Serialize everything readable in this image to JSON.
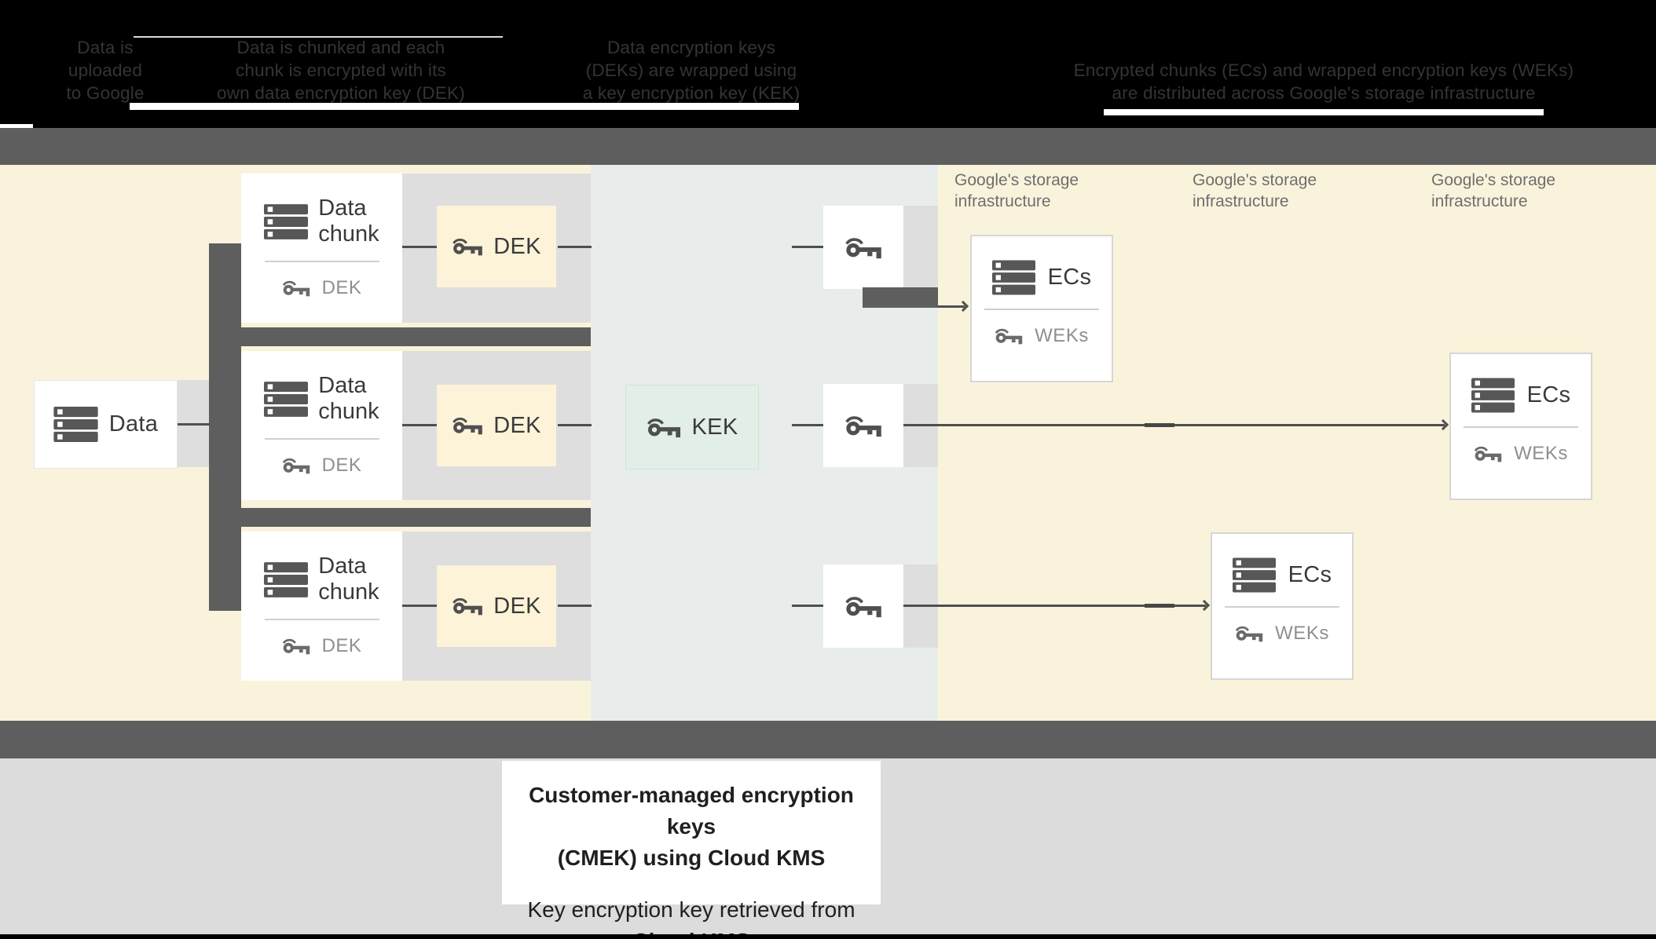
{
  "header": {
    "col1": {
      "lines": [
        "Data is",
        "uploaded",
        "to Google"
      ]
    },
    "col2": {
      "lines": [
        "Data is chunked and each",
        "chunk is encrypted with its",
        "own data encryption key (DEK)"
      ]
    },
    "col3": {
      "lines": [
        "Data encryption keys",
        "(DEKs) are wrapped using",
        "a key encryption key (KEK)"
      ]
    },
    "col4": {
      "lines": [
        "Encrypted chunks (ECs) and wrapped encryption keys (WEKs)",
        "are distributed across Google's storage infrastructure"
      ]
    }
  },
  "diagram": {
    "data_box": {
      "label": "Data"
    },
    "chunk_box": {
      "label_line1": "Data",
      "label_line2": "chunk",
      "sub_label": "DEK"
    },
    "dek_box": {
      "label": "DEK"
    },
    "kek_box": {
      "label": "KEK"
    },
    "ecs_box": {
      "label": "ECs",
      "sub_label": "WEKs"
    },
    "storage_label": {
      "line1": "Google's storage",
      "line2": "infrastructure"
    }
  },
  "caption": {
    "line1": "Customer-managed encryption keys",
    "line2": "(CMEK) using Cloud KMS",
    "line3": "Key encryption key retrieved from",
    "line4": "Cloud KMS"
  },
  "colors": {
    "background_black": "#000000",
    "cream": "#faf3dc",
    "kms_column": "#e8edec",
    "dark_gray": "#5e5e5e",
    "light_gray_band": "#dedede",
    "dek_yellow": "#fcf3d9",
    "kek_green": "#e1efe7",
    "bottom_gray": "#dcdcdc",
    "line": "#4f4f4f",
    "label_dark": "#3a3a3a",
    "label_gray": "#8f8f8f",
    "storage_label_gray": "#6e6e6e",
    "header_text": "#343434"
  }
}
